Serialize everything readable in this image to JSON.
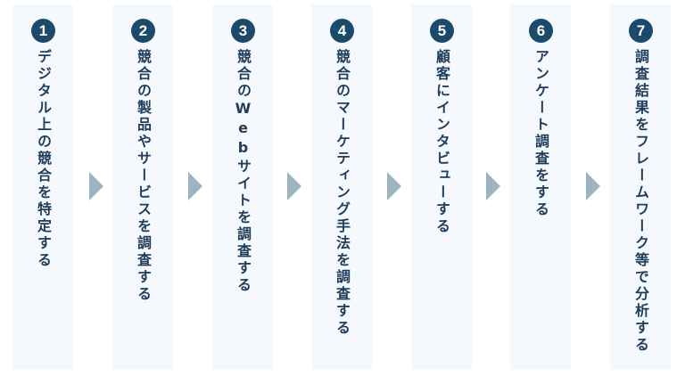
{
  "colors": {
    "circle": "#1b4a6b",
    "text": "#1e3d5c",
    "arrow": "#9bb4c0",
    "panel": "#f5f8fc"
  },
  "steps": [
    {
      "number": "1",
      "label": "デジタル上の競合を特定する"
    },
    {
      "number": "2",
      "label": "競合の製品やサービスを調査する"
    },
    {
      "number": "3",
      "label": "競合のWebサイトを調査する"
    },
    {
      "number": "4",
      "label": "競合のマーケティング手法を調査する"
    },
    {
      "number": "5",
      "label": "顧客にインタビューする"
    },
    {
      "number": "6",
      "label": "アンケート調査をする"
    },
    {
      "number": "7",
      "label": "調査結果をフレームワーク等で分析する"
    }
  ]
}
